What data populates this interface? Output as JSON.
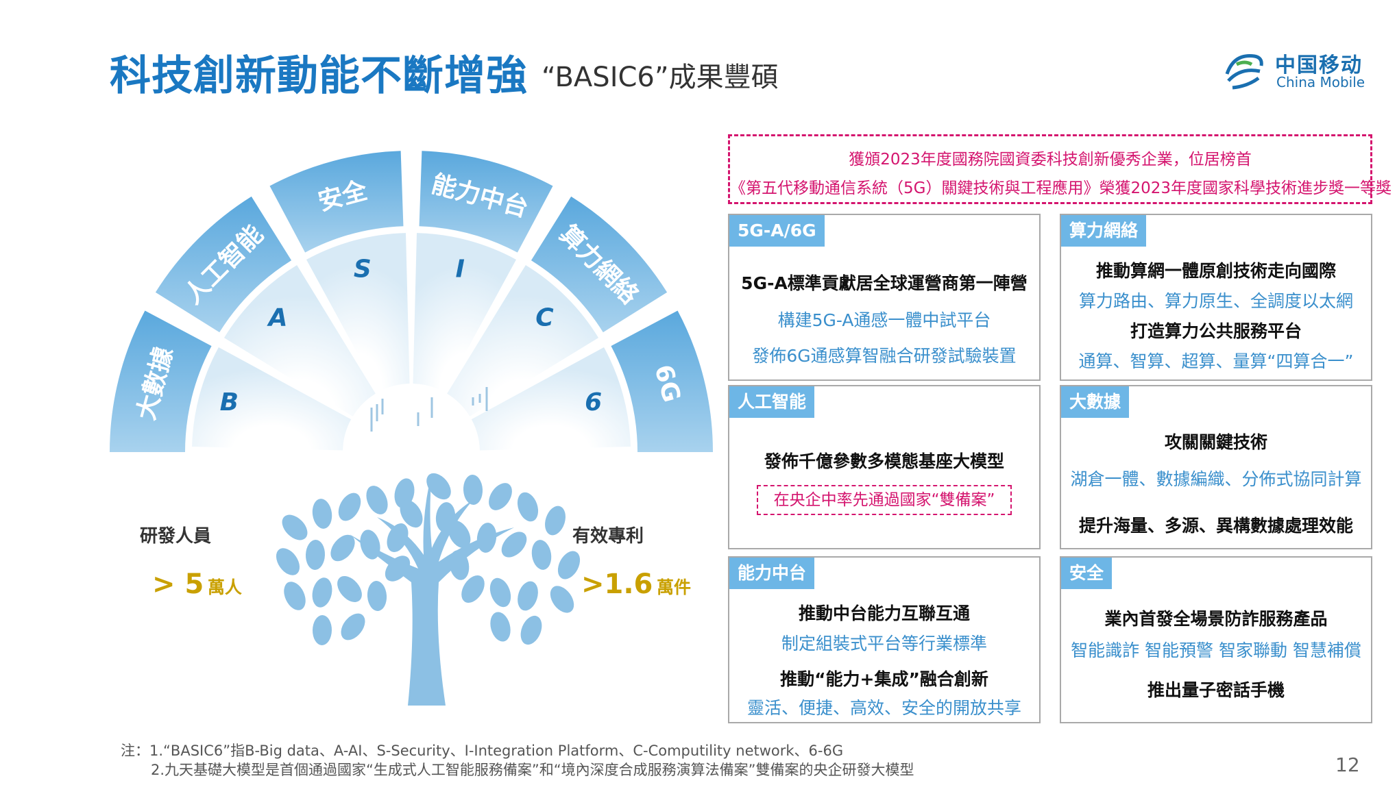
{
  "header": {
    "title": "科技創新動能不斷增強",
    "subtitle": "“BASIC6”成果豐碩",
    "logo_cn": "中国移动",
    "logo_en": "China Mobile"
  },
  "arch": {
    "outer_labels": [
      "大數據",
      "人工智能",
      "安全",
      "能力中台",
      "算力網絡",
      "6G"
    ],
    "inner_letters": [
      "B",
      "A",
      "S",
      "I",
      "C",
      "6"
    ]
  },
  "stats": {
    "left_label": "研發人員",
    "left_value": "> 5",
    "left_unit": "萬人",
    "right_label": "有效專利",
    "right_value": ">1.6",
    "right_unit": "萬件"
  },
  "award": {
    "line1": "獲頒2023年度國務院國資委科技創新優秀企業，位居榜首",
    "line2": "《第五代移動通信系統（5G）關鍵技術與工程應用》榮獲2023年度國家科學技術進步獎一等獎"
  },
  "cards": {
    "g5": {
      "tag": "5G-A/6G",
      "l1": "5G-A標準貢獻居全球運營商第一陣營",
      "l2": "構建5G-A通感一體中試平台",
      "l3": "發佈6G通感算智融合研發試驗裝置"
    },
    "compute": {
      "tag": "算力網絡",
      "l1": "推動算網一體原創技術走向國際",
      "l2": "算力路由、算力原生、全調度以太網",
      "l3": "打造算力公共服務平台",
      "l4": "通算、智算、超算、量算“四算合一”"
    },
    "ai": {
      "tag": "人工智能",
      "l1": "發佈千億參數多模態基座大模型",
      "l2": "在央企中率先通過國家“雙備案”"
    },
    "bigdata": {
      "tag": "大數據",
      "l1": "攻關關鍵技術",
      "l2": "湖倉一體、數據編織、分佈式協同計算",
      "l3": "提升海量、多源、異構數據處理效能"
    },
    "platform": {
      "tag": "能力中台",
      "l1": "推動中台能力互聯互通",
      "l2": "制定組裝式平台等行業標準",
      "l3": "推動“能力+集成”融合創新",
      "l4": "靈活、便捷、高效、安全的開放共享"
    },
    "security": {
      "tag": "安全",
      "l1": "業內首發全場景防詐服務產品",
      "l2": "智能識詐  智能預警  智家聯動  智慧補償",
      "l3": "推出量子密話手機"
    }
  },
  "notes": {
    "n1": "注：1.“BASIC6”指B-Big data、A-AI、S-Security、I-Integration Platform、C-Computility network、6-6G",
    "n2": "2.九天基礎大模型是首個通過國家“生成式人工智能服務備案”和“境內深度合成服務演算法備案”雙備案的央企研發大模型"
  },
  "page_number": "12",
  "colors": {
    "title": "#1a78c2",
    "accent_blue": "#6db6e6",
    "text_blue": "#3a8fcc",
    "pink": "#d4146e",
    "gold": "#c9a000"
  }
}
